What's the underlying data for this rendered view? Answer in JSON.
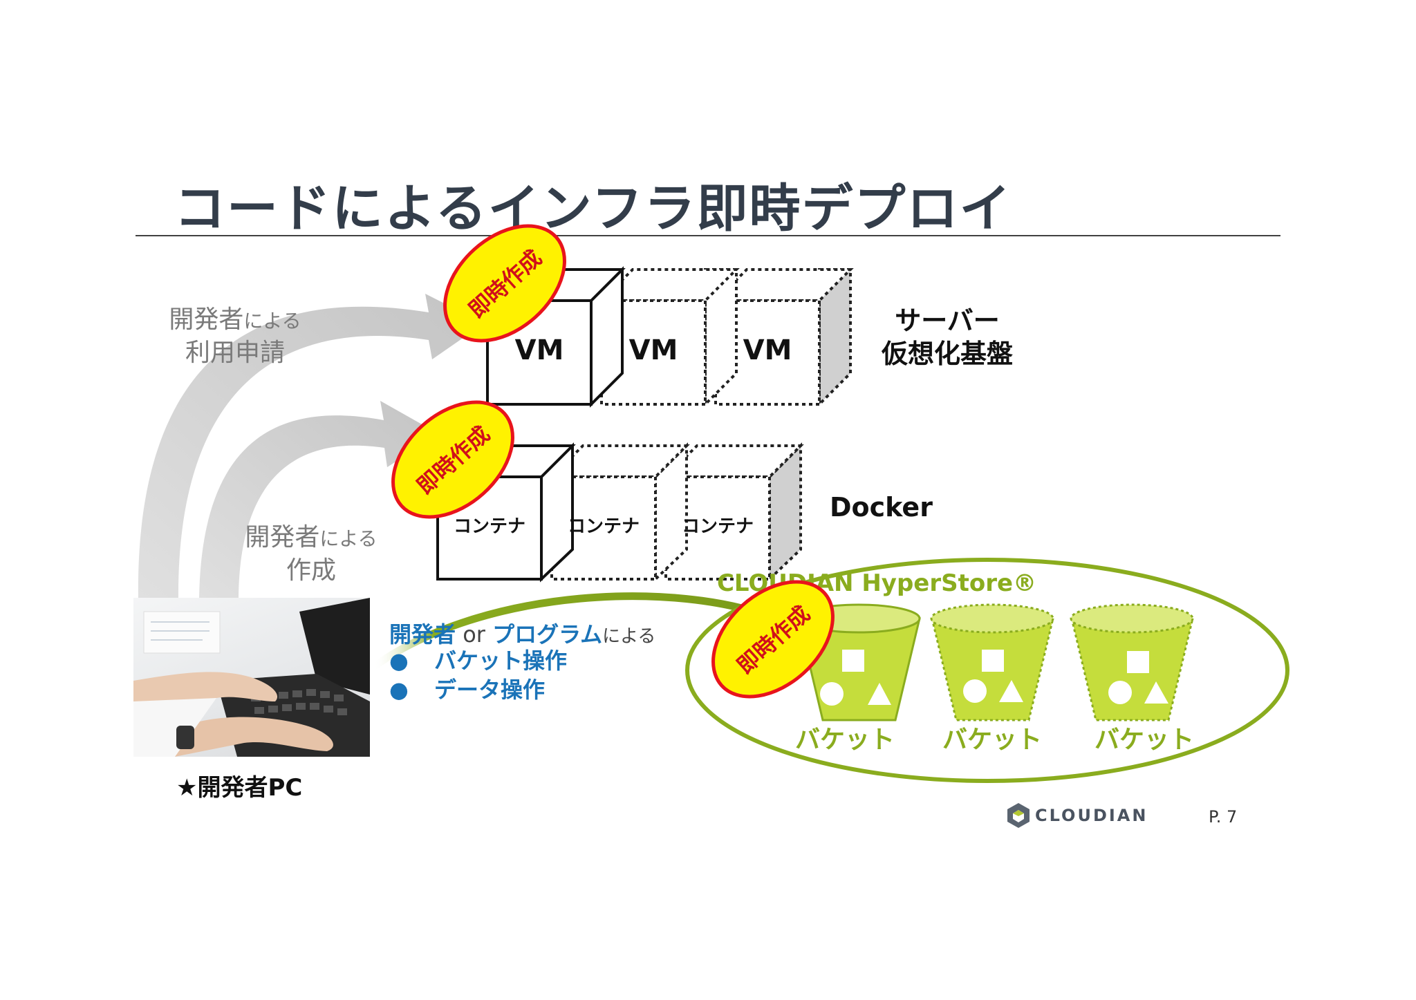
{
  "title": "コードによるインフラ即時デプロイ",
  "left_labels": {
    "request_main": "開発者",
    "request_small": "による",
    "request_line2": "利用申請",
    "create_main": "開発者",
    "create_small": "による",
    "create_line2": "作成"
  },
  "badge_text": "即時作成",
  "vm_row": {
    "boxes": [
      "VM",
      "VM",
      "VM"
    ],
    "label_line1": "サーバー",
    "label_line2": "仮想化基盤"
  },
  "container_row": {
    "boxes": [
      "コンテナ",
      "コンテナ",
      "コンテナ"
    ],
    "label": "Docker"
  },
  "storage": {
    "title": "CLOUDIAN HyperStore®",
    "buckets": [
      "バケット",
      "バケット",
      "バケット"
    ]
  },
  "operations": {
    "prefix_blue": "開発者",
    "or_text": " or ",
    "program_blue": "プログラム",
    "suffix": "による",
    "bullets": [
      "バケット操作",
      "データ操作"
    ]
  },
  "pc_label": "★開発者PC",
  "logo_text": "CLOUDIAN",
  "page_number": "P. 7",
  "colors": {
    "title": "#333d4a",
    "accent_green": "#8aac1e",
    "bucket_fill": "#c5dd3c",
    "badge_fill": "#fff200",
    "badge_border": "#e8141c",
    "badge_text": "#d0101a",
    "blue": "#1a73b8",
    "arrow_gray": "#c8c8c8"
  }
}
